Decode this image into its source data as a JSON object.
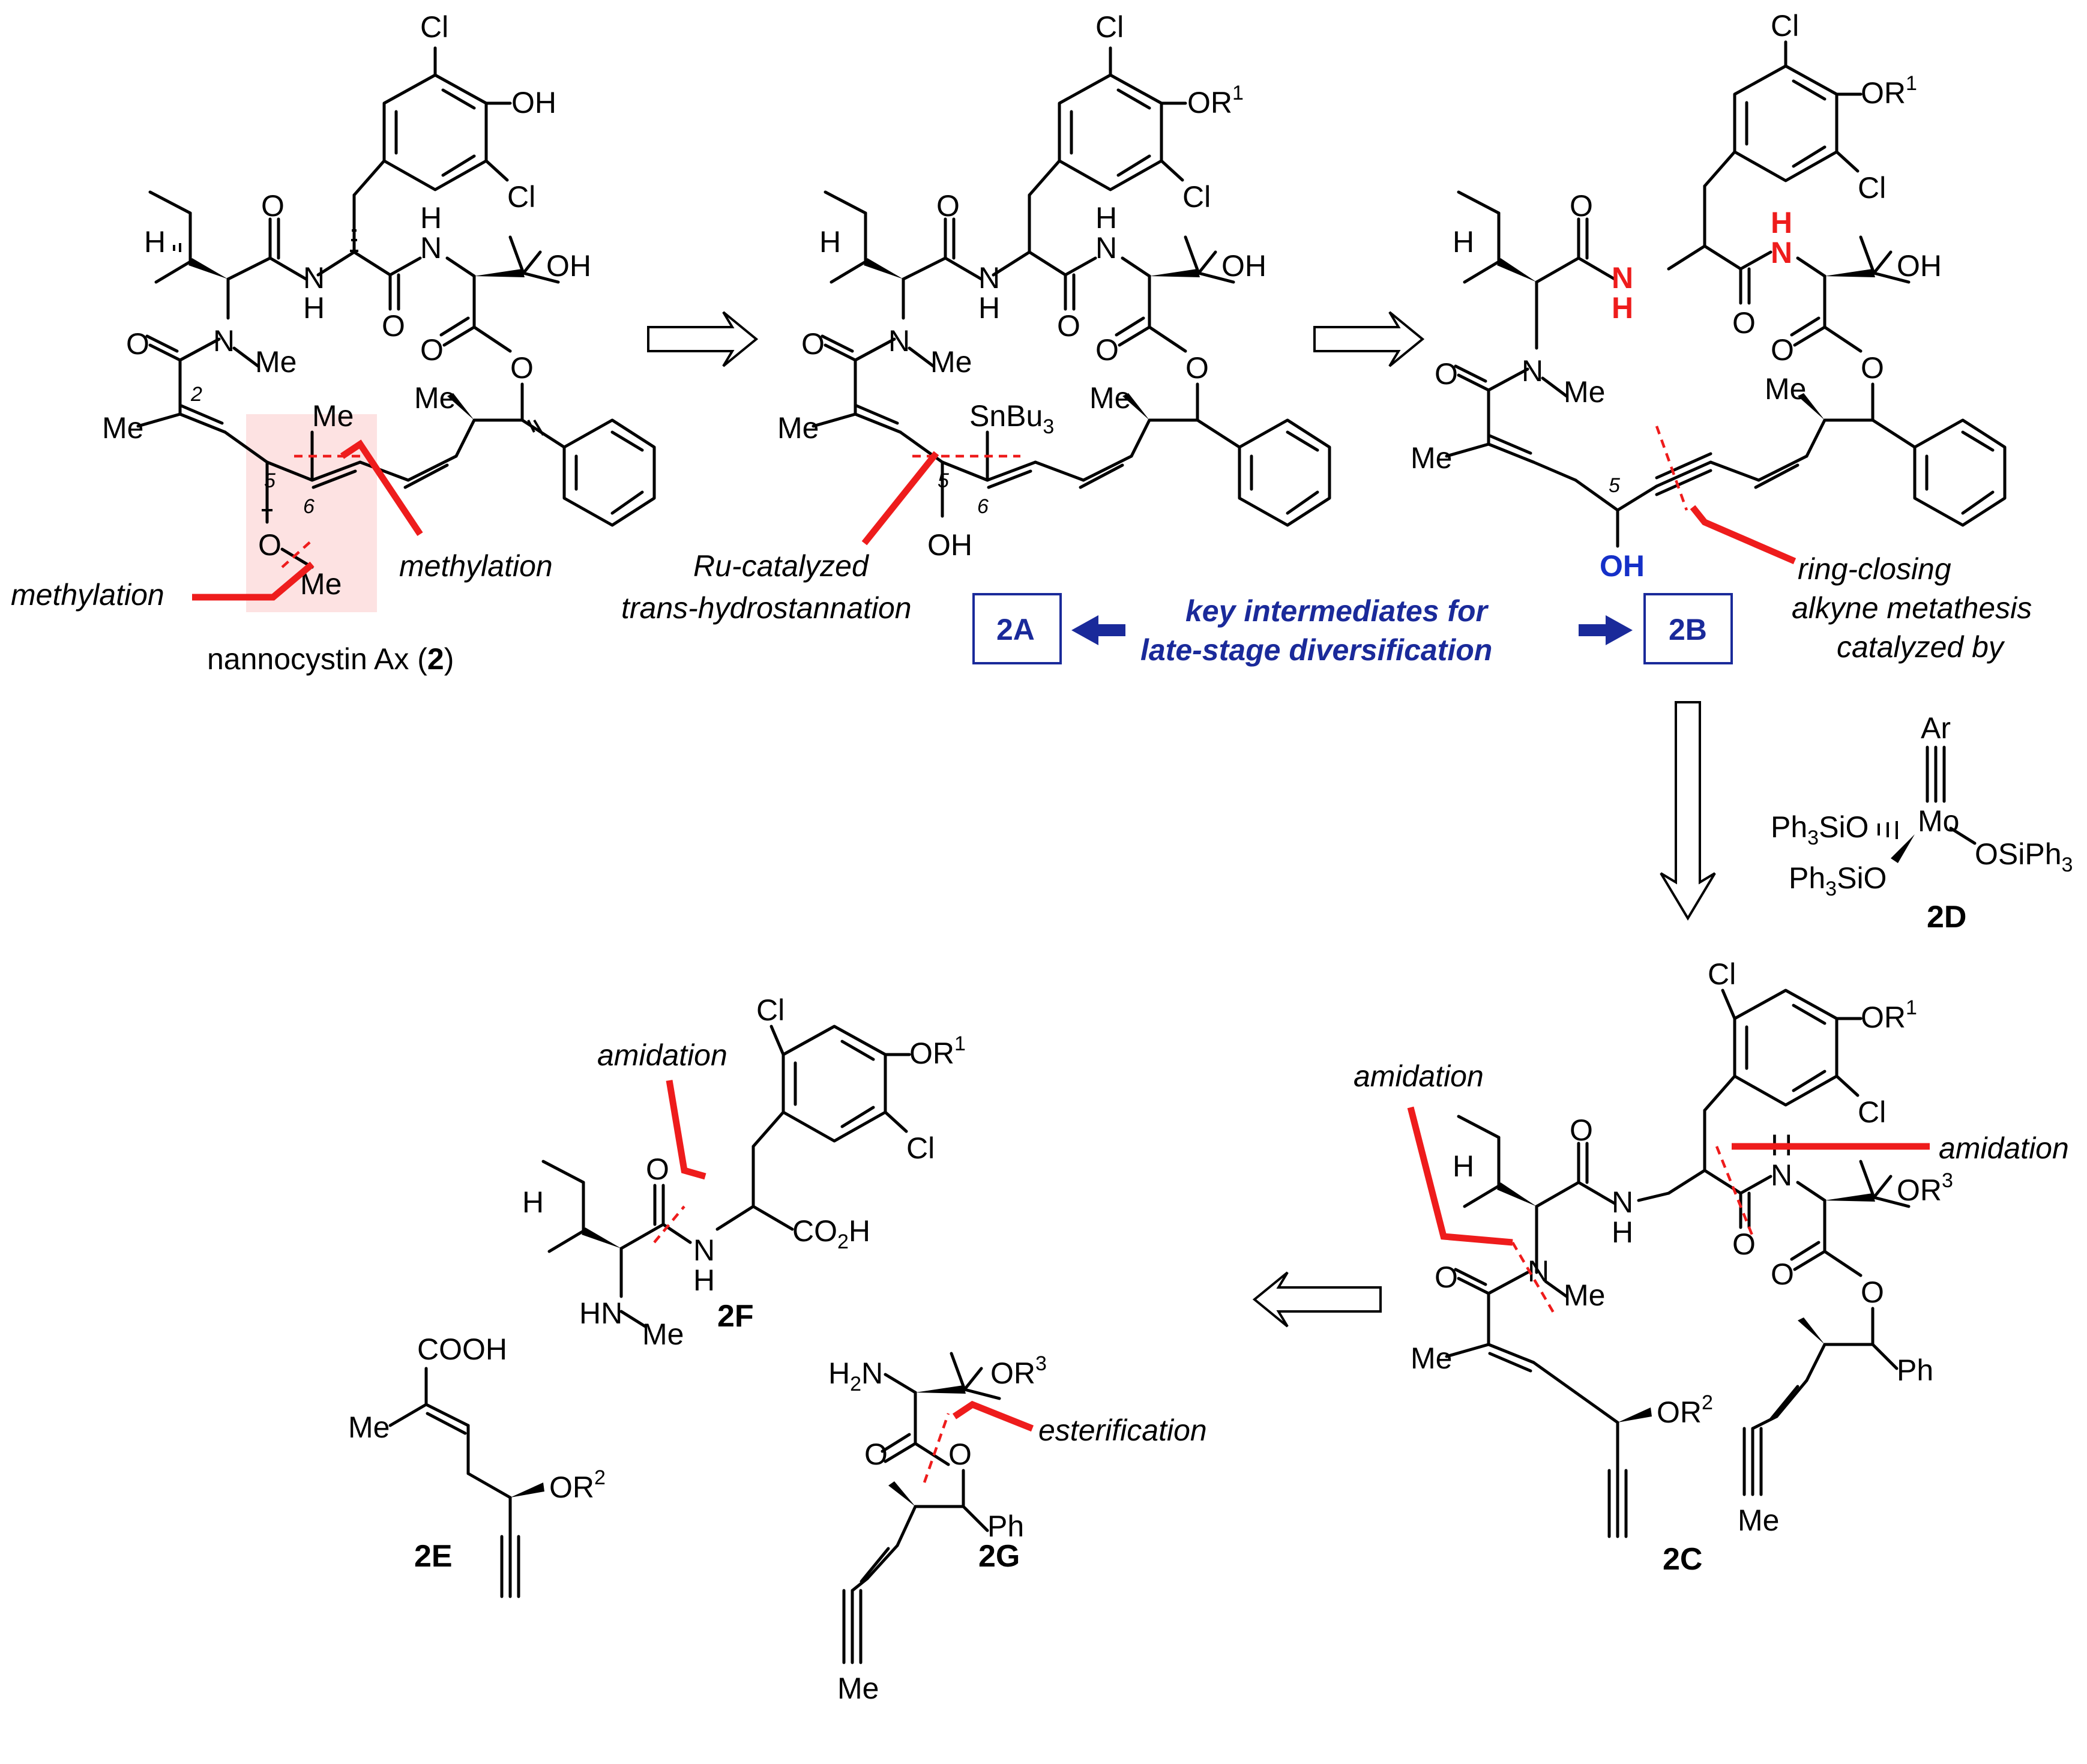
{
  "compound_2": {
    "name_prefix": "nannocystin Ax (",
    "name_bold": "2",
    "name_suffix": ")",
    "disconnections": [
      "methylation",
      "methylation"
    ],
    "locants": [
      "2",
      "5",
      "6"
    ]
  },
  "intermediate_2A": {
    "label": "2A",
    "reagent_group": "SnBu3",
    "disconnection_line1": "Ru-catalyzed",
    "disconnection_line2": "trans-hydrostannation",
    "locants": [
      "5",
      "6"
    ]
  },
  "intermediate_2B": {
    "label": "2B",
    "disconnection_line1": "ring-closing",
    "disconnection_line2": "alkyne metathesis",
    "disconnection_line3": "catalyzed by",
    "locants": [
      "5"
    ]
  },
  "key_note": {
    "line1": "key intermediates for",
    "line2": "late-stage diversification"
  },
  "catalyst_2D": {
    "label": "2D",
    "metal": "Mo",
    "aryl": "Ar",
    "ligands": [
      "Ph3SiO",
      "Ph3SiO",
      "OSiPh3"
    ]
  },
  "intermediate_2C": {
    "label": "2C",
    "disconnections": [
      "amidation",
      "amidation"
    ]
  },
  "fragment_2E": {
    "label": "2E",
    "groups": [
      "COOH",
      "Me",
      "OR2"
    ]
  },
  "fragment_2F": {
    "label": "2F",
    "disconnection": "amidation",
    "groups": [
      "CO2H",
      "OR1",
      "Cl",
      "Cl"
    ]
  },
  "fragment_2G": {
    "label": "2G",
    "disconnection": "esterification",
    "groups": [
      "H2N",
      "OR3",
      "Ph",
      "Me"
    ]
  },
  "colors": {
    "disconnection_red": "#ee1c1c",
    "highlight_pink": "#fde2e2",
    "annotation_blue": "#1a2a9a",
    "heteroatom_blue": "#1530c8"
  }
}
